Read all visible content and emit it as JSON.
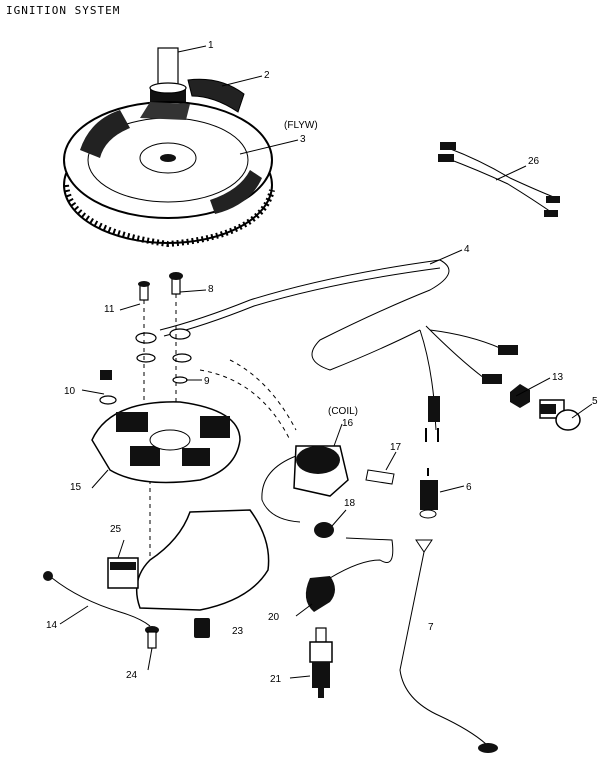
{
  "title": "IGNITION SYSTEM",
  "callouts": {
    "c1": "1",
    "c2": "2",
    "c3": "3",
    "c4": "4",
    "c5": "5",
    "c6": "6",
    "c7": "7",
    "c8": "8",
    "c9": "9",
    "c10": "10",
    "c11": "11",
    "c13": "13",
    "c14": "14",
    "c15": "15",
    "c16": "16",
    "c17": "17",
    "c18": "18",
    "c20": "20",
    "c21": "21",
    "c23": "23",
    "c24": "24",
    "c25": "25",
    "c26": "26"
  },
  "notes": {
    "flyw": "(FLYW)",
    "coil": "(COIL)"
  }
}
